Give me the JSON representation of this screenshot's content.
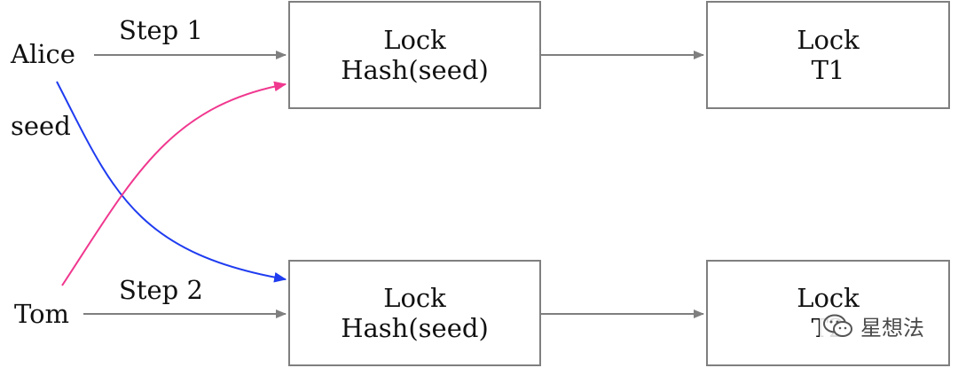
{
  "labels": {
    "alice": "Alice",
    "tom": "Tom",
    "seed": "seed",
    "step1": "Step 1",
    "step2": "Step 2"
  },
  "boxes": {
    "top_left": {
      "line1": "Lock",
      "line2": "Hash(seed)"
    },
    "top_right": {
      "line1": "Lock",
      "line2": "T1"
    },
    "bottom_left": {
      "line1": "Lock",
      "line2": "Hash(seed)"
    },
    "bottom_right": {
      "line1": "Lock",
      "line2": "T2"
    }
  },
  "watermark": {
    "text": "星想法",
    "icon": "wechat-icon"
  },
  "colors": {
    "arrow_gray": "#7f7f7f",
    "alice_curve_blue": "#1f3cf0",
    "tom_curve_pink": "#f0388f"
  }
}
